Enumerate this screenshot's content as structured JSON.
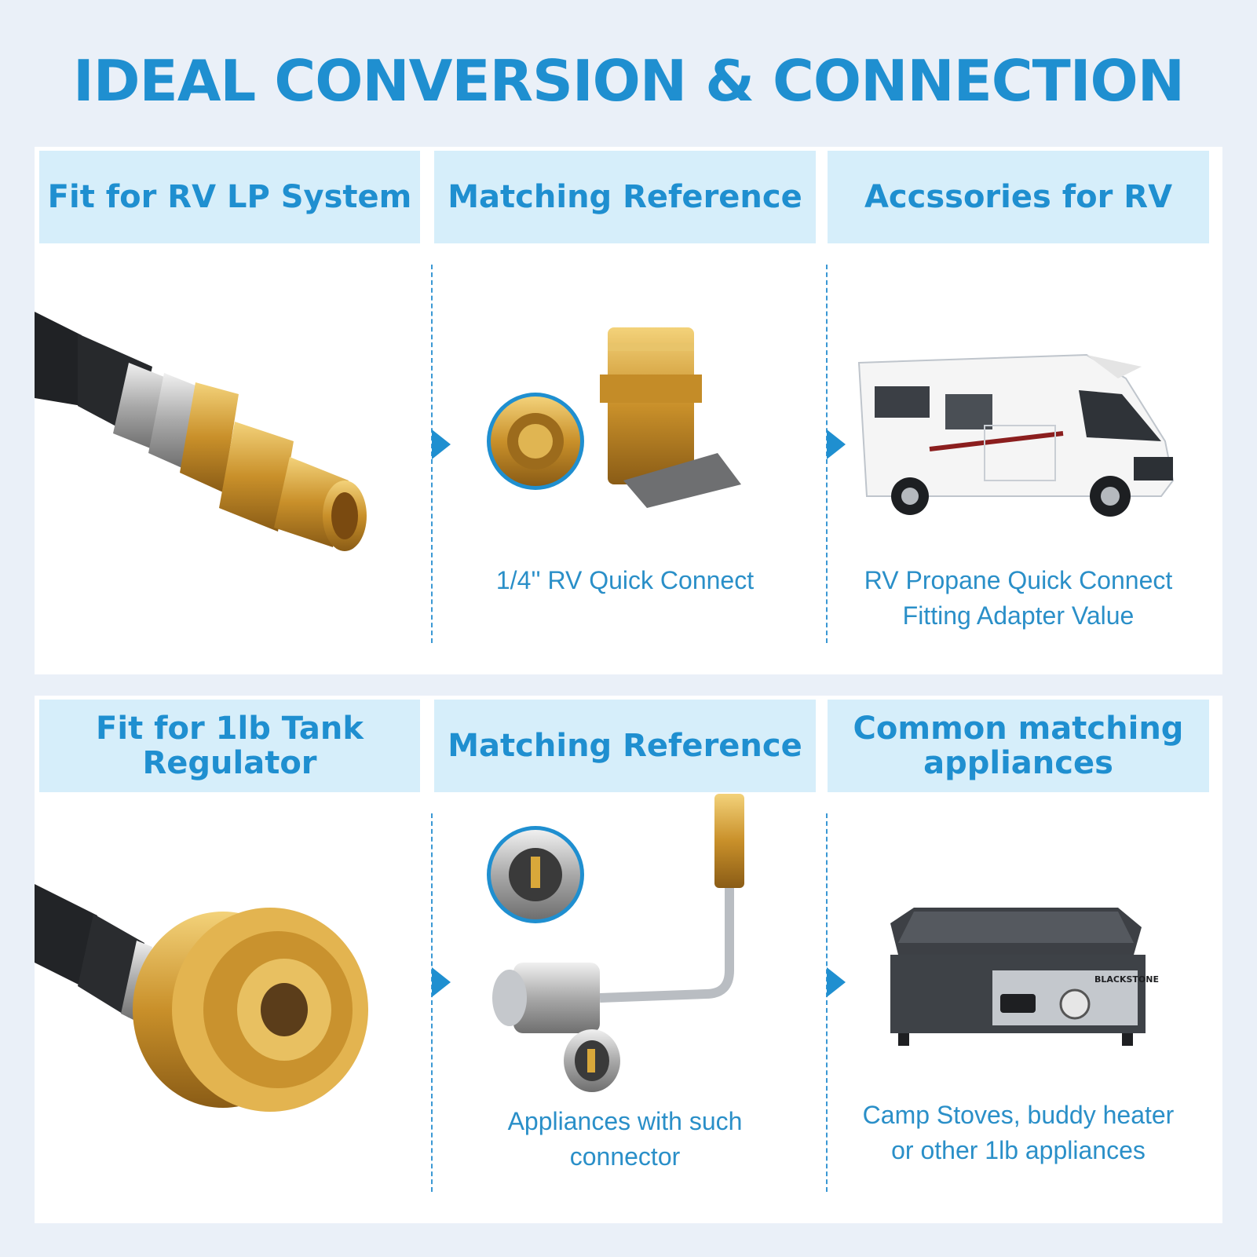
{
  "title": "IDEAL CONVERSION & CONNECTION",
  "sections": [
    {
      "headers": [
        "Fit for RV LP System",
        "Matching Reference",
        "Accssories for RV"
      ],
      "captions": {
        "matching": "1/4'' RV Quick Connect",
        "accessory_line1": "RV Propane Quick Connect",
        "accessory_line2": "Fitting Adapter Value"
      }
    },
    {
      "headers": [
        "Fit for 1lb Tank Regulator",
        "Matching Reference",
        "Common matching appliances"
      ],
      "captions": {
        "matching_line1": "Appliances with such",
        "matching_line2": "connector",
        "appliance_line1": "Camp Stoves, buddy heater",
        "appliance_line2": "or other 1lb appliances"
      }
    }
  ],
  "brand_text": "BLACKSTONE",
  "colors": {
    "accent": "#1f8fd0",
    "header_bg": "#d6eefa",
    "page_bg": "#eaf0f8",
    "brass": "#d9a83a"
  }
}
